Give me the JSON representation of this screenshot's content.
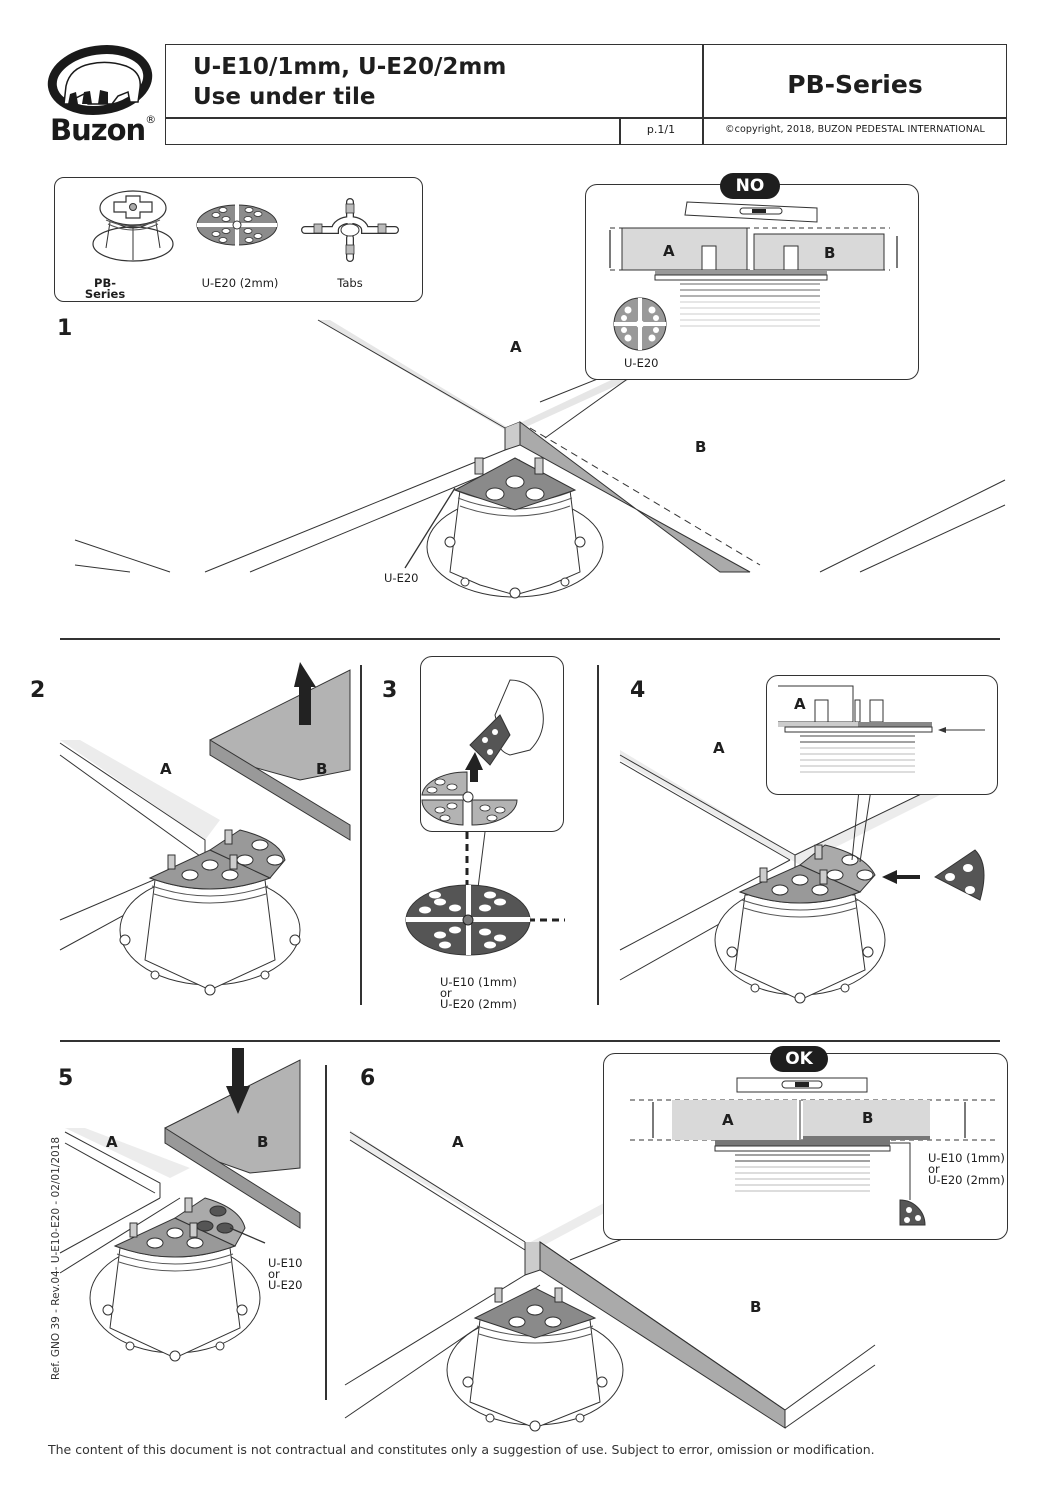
{
  "header": {
    "brand": "Buzon",
    "brand_mark": "®",
    "title_line1": "U-E10/1mm, U-E20/2mm",
    "title_line2": "Use under tile",
    "series": "PB-Series",
    "page": "p.1/1",
    "copyright": "©copyright, 2018, BUZON PEDESTAL INTERNATIONAL"
  },
  "legend": {
    "items": [
      {
        "label": "PB-Series",
        "icon": "pedestal-icon"
      },
      {
        "label": "U-E20 (2mm)",
        "icon": "shim-disc-icon"
      },
      {
        "label": "Tabs",
        "icon": "tabs-icon"
      }
    ]
  },
  "steps": [
    {
      "number": "1",
      "tile_a": "A",
      "tile_b": "B",
      "part_label": "U-E20",
      "callout": {
        "badge": "NO",
        "tile_a": "A",
        "tile_b": "B",
        "part_label": "U-E20"
      }
    },
    {
      "number": "2",
      "tile_a": "A",
      "tile_b": "B"
    },
    {
      "number": "3",
      "part_label_1": "U-E10 (1mm)",
      "part_or": "or",
      "part_label_2": "U-E20 (2mm)"
    },
    {
      "number": "4",
      "tile_a": "A",
      "callout": {
        "tile_a": "A"
      }
    },
    {
      "number": "5",
      "tile_a": "A",
      "tile_b": "B",
      "part_label_1": "U-E10",
      "part_or": "or",
      "part_label_2": "U-E20"
    },
    {
      "number": "6",
      "tile_a": "A",
      "tile_b": "B",
      "callout": {
        "badge": "OK",
        "tile_a": "A",
        "tile_b": "B",
        "part_label_1": "U-E10 (1mm)",
        "part_or": "or",
        "part_label_2": "U-E20 (2mm)"
      }
    }
  ],
  "reference": "Ref. GNO 39 - Rev.04- U-E10-E20 - 02/01/2018",
  "footer": "The content of this document is not contractual and constitutes only a suggestion of use. Subject to error, omission or modification.",
  "colors": {
    "ink": "#1e1e1e",
    "tile_light": "#d9d9d9",
    "tile_mid": "#b3b3b3",
    "shim_dark": "#555555",
    "shim_light": "#999999"
  }
}
